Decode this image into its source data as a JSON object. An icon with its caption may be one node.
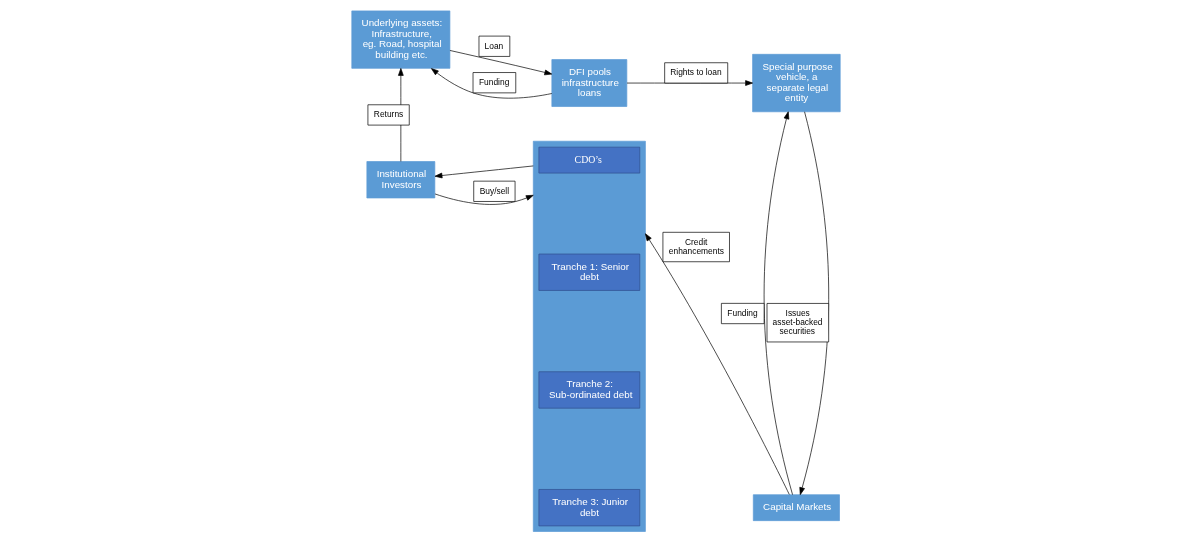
{
  "diagram": {
    "nodes": [
      {
        "text": [
          "Underlying assets: Infrastructure, eg. Road, hospital building etc."
        ]
      },
      {
        "text": [
          "DFI pools infrastructure loans"
        ]
      },
      {
        "text": [
          "Special purpose vehicle, a separate legal entity"
        ]
      },
      {
        "text": [
          "Capital Markets"
        ]
      },
      {
        "text": [],
        "shape": "box"
      },
      {
        "text": [
          "CDO’s"
        ],
        "in": 4
      },
      {
        "text": [
          "Tranche 1: Senior debt"
        ],
        "in": 4
      },
      {
        "text": [
          "Tranche 2: Sub-ordinated debt"
        ],
        "in": 4
      },
      {
        "text": [
          "Tranche 3: Junior debt"
        ],
        "in": 4
      },
      {
        "text": [
          "Institutional Investors"
        ]
      }
    ],
    "edges": [
      {
        "from": 1,
        "to": 0,
        "arrow": "to",
        "label": "Funding"
      },
      {
        "from": 0,
        "to": 1,
        "arrow": "to",
        "label": "Loan"
      },
      {
        "from": 1,
        "to": 2,
        "arrow": "to",
        "label": "Rights to loan"
      },
      {
        "from": 2,
        "to": 3,
        "arrow": "to",
        "label": "Issues asset-backed securities"
      },
      {
        "from": 3,
        "to": 2,
        "arrow": "to",
        "label": "Funding"
      },
      {
        "from": 3,
        "to": 4,
        "arrow": "to",
        "label": "Credit enhancements"
      },
      {
        "from": 4,
        "to": 9,
        "arrow": "to"
      },
      {
        "from": 9,
        "to": 4,
        "arrow": "to",
        "label": "Buy/sell"
      },
      {
        "from": 9,
        "to": 0,
        "arrow": "to",
        "label": "Returns"
      }
    ]
  }
}
